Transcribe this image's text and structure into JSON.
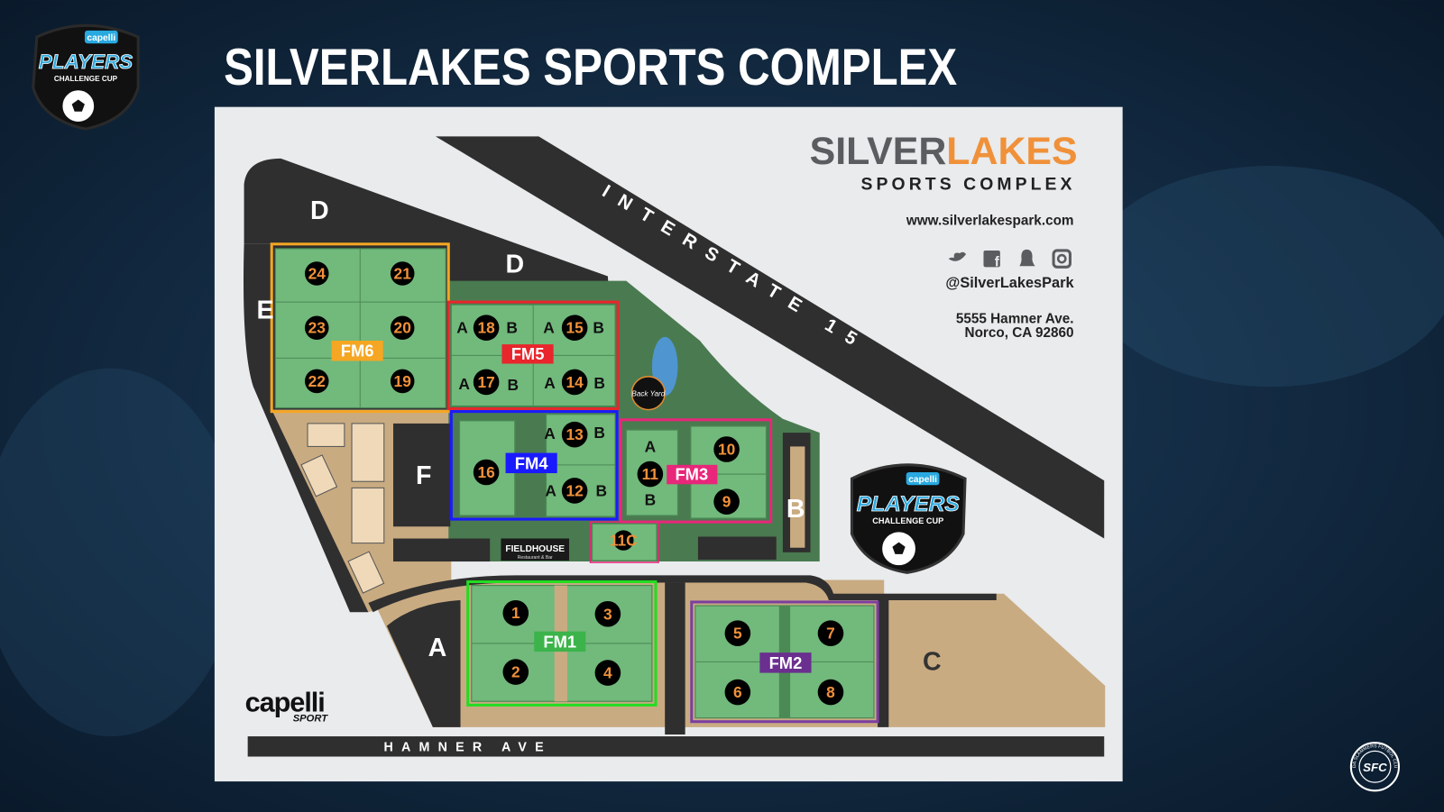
{
  "page_title": "SILVERLAKES SPORTS COMPLEX",
  "event_logo": {
    "brand": "capelli",
    "name": "PLAYERS",
    "sub": "CHALLENGE CUP"
  },
  "club_logo": {
    "initials": "SFC",
    "name": "CDA SLAMMERS FUTBOL CLUB"
  },
  "map": {
    "brand_part1": "SILVER",
    "brand_part2": "LAKES",
    "brand_sub": "SPORTS COMPLEX",
    "website": "www.silverlakespark.com",
    "social_icons": [
      "twitter-icon",
      "facebook-icon",
      "snapchat-icon",
      "instagram-icon"
    ],
    "handle": "@SilverLakesPark",
    "address_line1": "5555 Hamner Ave.",
    "address_line2": "Norco, CA 92860",
    "interstate": "INTERSTATE 15",
    "street": "HAMNER AVE",
    "sponsor": "capelli",
    "sponsor_sub": "SPORT",
    "fieldhouse": "FIELDHOUSE",
    "fieldhouse_sub": "Restaurant & Bar",
    "backyard": "Back Yard",
    "lots": {
      "d1": "D",
      "d2": "D",
      "e": "E",
      "f": "F",
      "b": "B",
      "a": "A",
      "c": "C"
    },
    "sub_a": "A",
    "sub_b": "B",
    "groups": {
      "fm1": {
        "label": "FM1",
        "color": "#22dd22",
        "fields": [
          "1",
          "3",
          "2",
          "4"
        ]
      },
      "fm2": {
        "label": "FM2",
        "color": "#7b3fa0",
        "fields": [
          "5",
          "7",
          "6",
          "8"
        ]
      },
      "fm3": {
        "label": "FM3",
        "color": "#e8267a",
        "fields": [
          "11",
          "10",
          "9",
          "11C"
        ]
      },
      "fm4": {
        "label": "FM4",
        "color": "#1a1aff",
        "fields": [
          "16",
          "13",
          "12"
        ]
      },
      "fm5": {
        "label": "FM5",
        "color": "#e8262b",
        "fields": [
          "18",
          "15",
          "17",
          "14"
        ]
      },
      "fm6": {
        "label": "FM6",
        "color": "#f5a623",
        "fields": [
          "24",
          "21",
          "23",
          "20",
          "22",
          "19"
        ]
      }
    }
  }
}
